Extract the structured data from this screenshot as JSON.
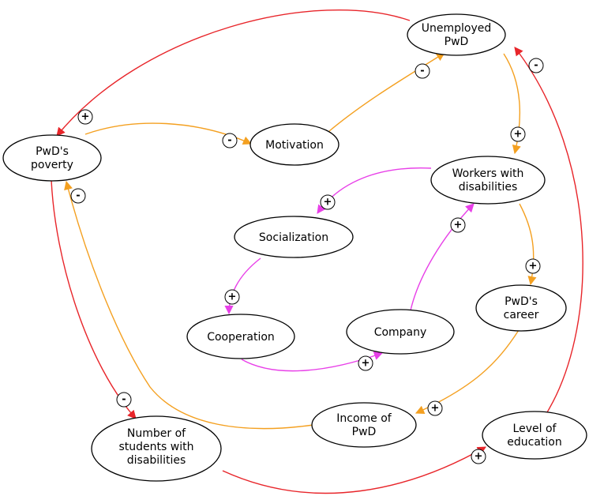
{
  "colors": {
    "red": "#e8252a",
    "orange": "#f4a020",
    "magenta": "#e83fe8"
  },
  "nodes": {
    "unemployed": {
      "lines": [
        "Unemployed",
        "PwD"
      ]
    },
    "poverty": {
      "lines": [
        "PwD's",
        "poverty"
      ]
    },
    "motivation": {
      "lines": [
        "Motivation"
      ]
    },
    "workers": {
      "lines": [
        "Workers with",
        "disabilities"
      ]
    },
    "socialization": {
      "lines": [
        "Socialization"
      ]
    },
    "cooperation": {
      "lines": [
        "Cooperation"
      ]
    },
    "company": {
      "lines": [
        "Company"
      ]
    },
    "career": {
      "lines": [
        "PwD's",
        "career"
      ]
    },
    "income": {
      "lines": [
        "Income of",
        "PwD"
      ]
    },
    "students": {
      "lines": [
        "Number of",
        "students with",
        "disabilities"
      ]
    },
    "education": {
      "lines": [
        "Level of",
        "education"
      ]
    }
  },
  "edges": [
    {
      "id": "unemployed-to-poverty",
      "color": "red",
      "polarity": "+"
    },
    {
      "id": "poverty-to-motivation",
      "color": "orange",
      "polarity": "-"
    },
    {
      "id": "motivation-to-unemployed",
      "color": "orange",
      "polarity": "-"
    },
    {
      "id": "unemployed-to-workers",
      "color": "orange",
      "polarity": "+"
    },
    {
      "id": "workers-to-socialization",
      "color": "magenta",
      "polarity": "+"
    },
    {
      "id": "socialization-to-cooperation",
      "color": "magenta",
      "polarity": "+"
    },
    {
      "id": "cooperation-to-company",
      "color": "magenta",
      "polarity": "+"
    },
    {
      "id": "company-to-workers",
      "color": "magenta",
      "polarity": "+"
    },
    {
      "id": "workers-to-career",
      "color": "orange",
      "polarity": "+"
    },
    {
      "id": "career-to-income",
      "color": "orange",
      "polarity": "+"
    },
    {
      "id": "income-to-poverty",
      "color": "orange",
      "polarity": "-"
    },
    {
      "id": "poverty-to-students",
      "color": "red",
      "polarity": "-"
    },
    {
      "id": "students-to-education",
      "color": "red",
      "polarity": "+"
    },
    {
      "id": "education-to-unemployed",
      "color": "red",
      "polarity": "-"
    }
  ]
}
